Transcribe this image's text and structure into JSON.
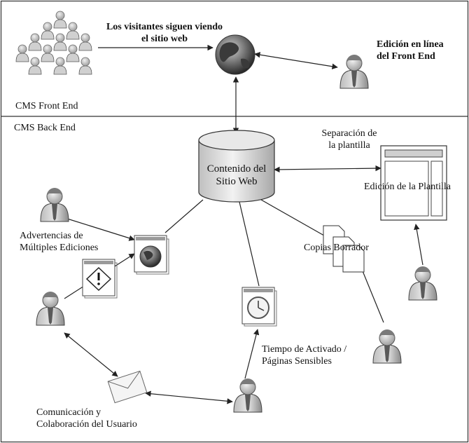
{
  "sections": {
    "front_end": "CMS Front End",
    "back_end": "CMS Back End"
  },
  "labels": {
    "visitors_line1": "Los visitantes siguen viendo",
    "visitors_line2": "el sitio web",
    "inline_edit_line1": "Edición en línea",
    "inline_edit_line2": "del Front End",
    "content_line1": "Contenido del",
    "content_line2": "Sitio Web",
    "template_sep_line1": "Separación de",
    "template_sep_line2": "la plantilla",
    "template_edit": "Edición de la Plantilla",
    "warnings_line1": "Advertencias de",
    "warnings_line2": "Múltiples Ediciones",
    "drafts": "Copias Borrador",
    "timing_line1": "Tiempo de Activado /",
    "timing_line2": "Páginas Sensibles",
    "comms_line1": "Comunicación y",
    "comms_line2": "Colaboración del Usuario"
  },
  "icons": [
    "user-group-icon",
    "globe-icon",
    "person-icon",
    "database-icon",
    "template-layout-icon",
    "document-globe-icon",
    "warning-document-icon",
    "draft-copies-icon",
    "clock-document-icon",
    "envelope-icon"
  ],
  "colors": {
    "line": "#222222",
    "icon_dark": "#6f6f6f",
    "icon_light": "#d9d9d9"
  }
}
